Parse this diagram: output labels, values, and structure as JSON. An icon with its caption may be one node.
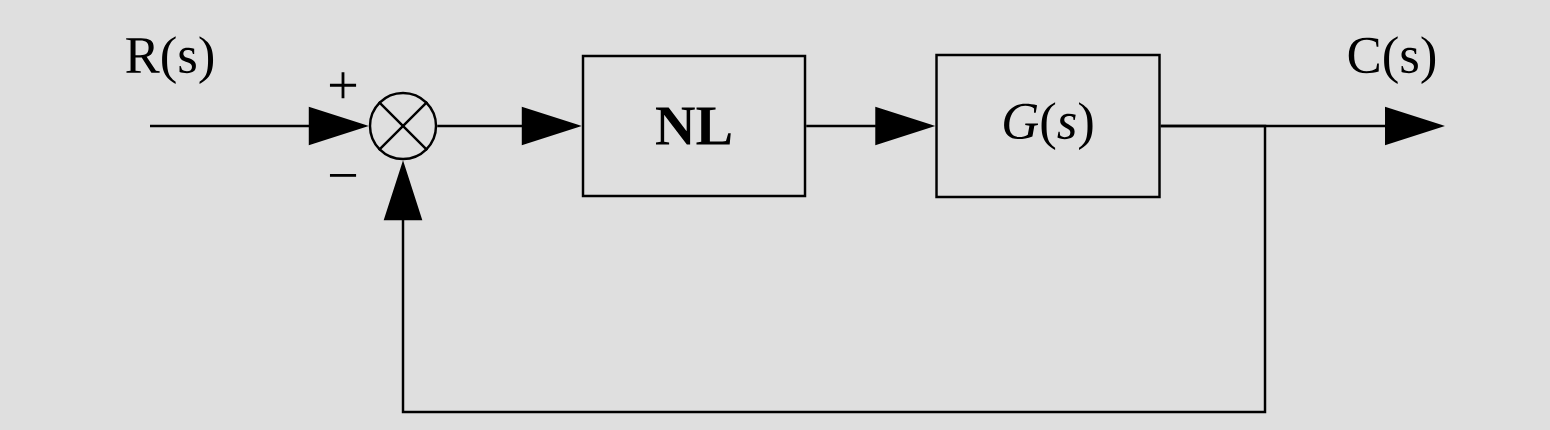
{
  "diagram": {
    "nodes": [
      {
        "text": [],
        "shape": "circle",
        "beside": [
          "+",
          "−"
        ]
      },
      {
        "text": [
          "NL"
        ]
      },
      {
        "text": [
          "*G*(*s*)"
        ]
      }
    ],
    "edges": [
      {
        "from": null,
        "to": 0,
        "arrow": "to",
        "label": "R(s)"
      },
      {
        "from": 0,
        "to": 1,
        "arrow": "to"
      },
      {
        "from": 1,
        "to": 2,
        "arrow": "to"
      },
      {
        "from": 2,
        "to": null,
        "arrow": "to",
        "label": "C(s)"
      },
      {
        "from": 2,
        "to": 0,
        "arrow": "to"
      }
    ]
  }
}
